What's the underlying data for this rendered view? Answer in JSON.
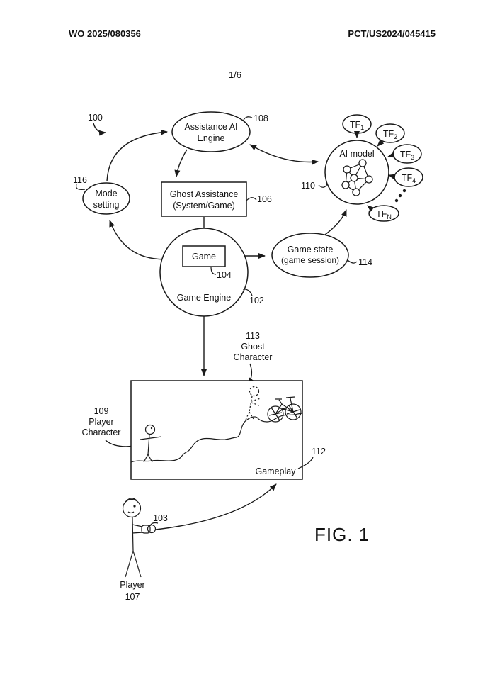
{
  "page": {
    "header_left": "WO 2025/080356",
    "header_right": "PCT/US2024/045415",
    "page_number": "1/6",
    "figure_caption": "FIG. 1"
  },
  "diagram": {
    "system_ref": "100",
    "assistance_engine": {
      "line1": "Assistance AI",
      "line2": "Engine",
      "ref": "108"
    },
    "mode_setting": {
      "line1": "Mode",
      "line2": "setting",
      "ref": "116"
    },
    "ghost_assistance": {
      "line1": "Ghost Assistance",
      "line2": "(System/Game)",
      "ref": "106"
    },
    "game": {
      "label": "Game",
      "ref": "104"
    },
    "game_engine": {
      "label": "Game Engine",
      "ref": "102"
    },
    "game_state": {
      "line1": "Game state",
      "line2": "(game session)",
      "ref": "114"
    },
    "ai_model": {
      "label": "AI model",
      "ref": "110"
    },
    "tf": [
      {
        "label": "TF",
        "sub": "1"
      },
      {
        "label": "TF",
        "sub": "2"
      },
      {
        "label": "TF",
        "sub": "3"
      },
      {
        "label": "TF",
        "sub": "4"
      },
      {
        "label": "TF",
        "sub": "N"
      }
    ]
  },
  "gameplay": {
    "label": "Gameplay",
    "ref": "112",
    "ghost_character": {
      "ref": "113",
      "line1": "Ghost",
      "line2": "Character"
    },
    "player_character": {
      "ref": "109",
      "line1": "Player",
      "line2": "Character"
    }
  },
  "player": {
    "label": "Player",
    "ref": "107",
    "controller_ref": "103"
  },
  "colors": {
    "ink": "#1a1a1a",
    "paper": "#ffffff"
  }
}
